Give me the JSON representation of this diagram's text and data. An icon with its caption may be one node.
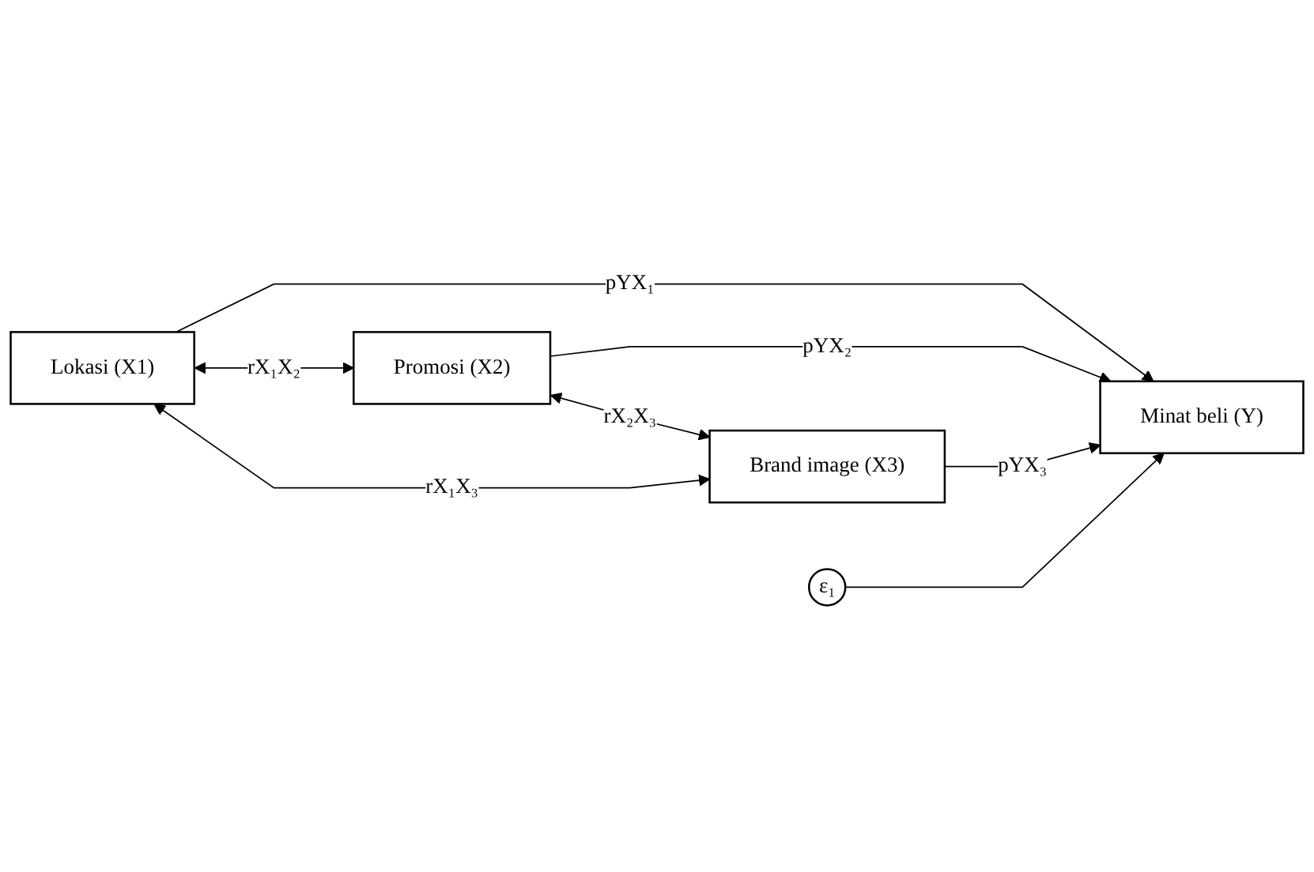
{
  "diagram": {
    "nodes": [
      {
        "text": [
          "Lokasi (X1)"
        ]
      },
      {
        "text": [
          "Promosi (X2)"
        ]
      },
      {
        "text": [
          "Brand image (X3)"
        ]
      },
      {
        "text": [
          "Minat beli (Y)"
        ]
      },
      {
        "text": [
          "ε₁"
        ]
      }
    ],
    "edges": [
      {
        "from": 0,
        "to": 1,
        "arrow": "both",
        "label": "rX₁X₂"
      },
      {
        "from": 1,
        "to": 2,
        "arrow": "both",
        "label": "rX₂X₃"
      },
      {
        "from": 0,
        "to": 2,
        "arrow": "both",
        "label": "rX₁X₃"
      },
      {
        "from": 0,
        "to": 3,
        "arrow": "to",
        "label": "pYX₁"
      },
      {
        "from": 1,
        "to": 3,
        "arrow": "to",
        "label": "pYX₂"
      },
      {
        "from": 2,
        "to": 3,
        "arrow": "to",
        "label": "pYX₃"
      },
      {
        "from": 4,
        "to": 3,
        "arrow": "to"
      }
    ]
  }
}
